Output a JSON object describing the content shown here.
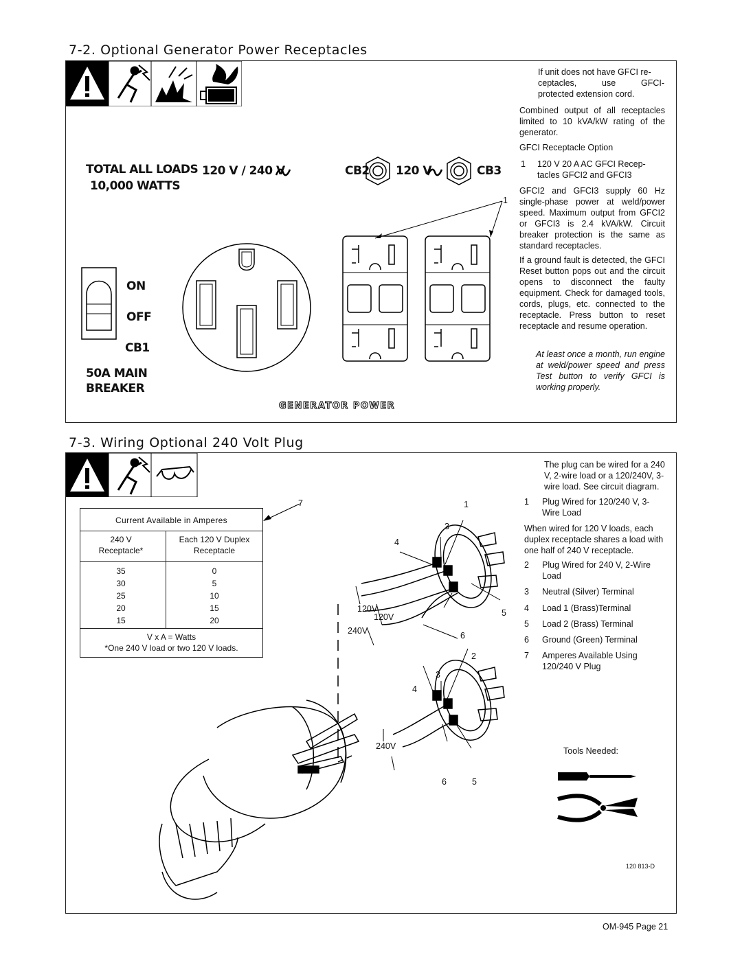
{
  "section1": {
    "heading": "7-2.   Optional Generator Power Receptacles",
    "panel": {
      "total_loads": "TOTAL ALL LOADS",
      "watts": "10,000 WATTS",
      "volt_240": "120 V / 240 V",
      "cb2": "CB2",
      "volt_120": "120 V",
      "cb3": "CB3",
      "on": "ON",
      "off": "OFF",
      "cb1": "CB1",
      "main_1": "50A MAIN",
      "main_2": "BREAKER",
      "generator_power": "GENERATOR POWER",
      "callout_1": "1"
    },
    "notes": {
      "gfci_note_1": "If unit does not have GFCI re-",
      "gfci_note_2": "ceptacles, use GFCI-",
      "gfci_note_3": "protected extension cord.",
      "combined": "Combined output of all receptacles limited to 10 kVA/kW rating of the generator.",
      "option_title": "GFCI Receptacle Option",
      "item1_num": "1",
      "item1_text": "120 V 20 A AC GFCI Recep-tacles GFCI2 and GFCI3",
      "supply": "GFCI2 and GFCI3 supply 60 Hz single-phase power at weld/power speed. Maximum output from GFCI2 or GFCI3 is 2.4 kVA/kW. Circuit breaker protection is the same as standard receptacles.",
      "fault": "If a ground fault is detected, the GFCI Reset button pops out and the circuit opens to disconnect the faulty equipment. Check for damaged tools, cords, plugs, etc. connected to the receptacle. Press button to reset receptacle and resume operation.",
      "monthly": "At least once a month, run engine at weld/power speed and press Test button to verify GFCI is working properly."
    }
  },
  "section2": {
    "heading": "7-3.   Wiring Optional 240 Volt Plug",
    "table": {
      "title": "Current Available in Amperes",
      "col1_l1": "240 V",
      "col1_l2": "Receptacle*",
      "col2_l1": "Each 120 V Duplex",
      "col2_l2": "Receptacle",
      "rows": [
        [
          "35",
          "0"
        ],
        [
          "30",
          "5"
        ],
        [
          "25",
          "10"
        ],
        [
          "20",
          "15"
        ],
        [
          "15",
          "20"
        ]
      ],
      "formula": "V x A = Watts",
      "footnote": "*One 240 V load or two 120 V loads."
    },
    "diagram": {
      "c7": "7",
      "c1": "1",
      "c3a": "3",
      "c4a": "4",
      "c5a": "5",
      "c6a": "6",
      "v120a": "120V",
      "v120b": "120V",
      "v240a": "240V",
      "c2": "2",
      "c3b": "3",
      "c4b": "4",
      "v240b": "240V",
      "c6b": "6",
      "c5b": "5"
    },
    "notes": {
      "intro": "The plug can be wired for a 240 V, 2-wire load or a 120/240V, 3-wire load. See circuit diagram.",
      "items": [
        {
          "n": "1",
          "t": "Plug Wired for 120/240 V, 3-Wire Load"
        },
        {
          "n": "",
          "t": "When wired for 120 V loads, each duplex receptacle shares a load with one half of 240 V receptacle."
        },
        {
          "n": "2",
          "t": "Plug Wired for 240 V, 2-Wire Load"
        },
        {
          "n": "3",
          "t": "Neutral (Silver) Terminal"
        },
        {
          "n": "4",
          "t": "Load 1 (Brass)Terminal"
        },
        {
          "n": "5",
          "t": "Load 2 (Brass) Terminal"
        },
        {
          "n": "6",
          "t": "Ground (Green) Terminal"
        },
        {
          "n": "7",
          "t": "Amperes Available Using 120/240 V Plug"
        }
      ],
      "tools": "Tools Needed:"
    },
    "ref": "120 813-D"
  },
  "footer": "OM-945 Page 21",
  "icons": [
    "warning-icon",
    "electric-shock-icon",
    "exploding-parts-icon",
    "fire-icon",
    "hot-parts-icon",
    "safety-glasses-icon",
    "screwdriver-icon",
    "wire-crimper-icon"
  ]
}
